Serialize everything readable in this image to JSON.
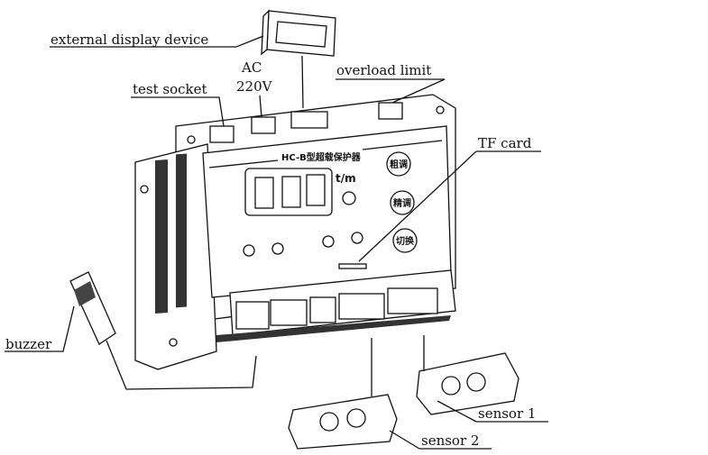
{
  "labels": {
    "external_display": "external display device",
    "ac": "AC",
    "voltage": "220V",
    "test_socket": "test socket",
    "overload_limit": "overload limit",
    "tf_card": "TF card",
    "buzzer": "buzzer",
    "sensor1": "sensor 1",
    "sensor2": "sensor 2"
  },
  "panel": {
    "title": "HC-B型超载保护器",
    "unit": "t/m",
    "btn_coarse": "粗调",
    "btn_fine": "精调",
    "btn_switch": "切换"
  }
}
